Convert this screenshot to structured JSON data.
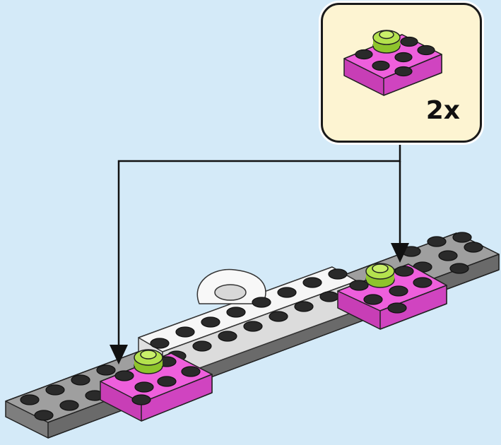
{
  "callout": {
    "quantity": "2x",
    "part": "plate-2x3-magenta-with-round-plate-lime"
  },
  "colors": {
    "background": "#d4eaf8",
    "callout_bg": "#fdf4d2",
    "magenta": "#ea4fd6",
    "lime": "#a6dc3c",
    "white_brick": "#f2f2f2",
    "gray_brick": "#9a9a9a",
    "stud_dark": "#262626"
  },
  "icons": {
    "arrow": "arrow-down-icon",
    "hanger": "hanger-hook"
  }
}
